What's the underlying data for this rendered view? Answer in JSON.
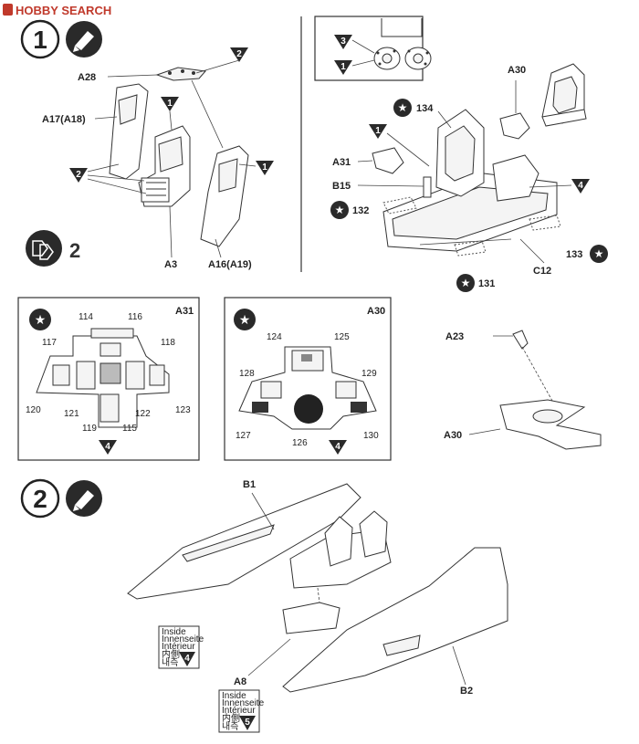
{
  "logo": {
    "text": "HOBBY SEARCH",
    "icon": "hs-logo-icon"
  },
  "step1": {
    "number": "1",
    "icon": "glue-icon",
    "labels": {
      "a28": "A28",
      "a17": "A17(A18)",
      "a3": "A3",
      "a16": "A16(A19)",
      "a30": "A30",
      "a31": "A31",
      "b15": "B15",
      "c12": "C12",
      "n134": "134",
      "n132": "132",
      "n133": "133",
      "n131": "131"
    },
    "tri": {
      "t2a": "2",
      "t1a": "1",
      "t2b": "2",
      "t1b": "1",
      "t3": "3",
      "t1c": "1",
      "t1d": "1",
      "t4": "4"
    },
    "decal_step": "2"
  },
  "panel_a31": {
    "title": "A31",
    "nums": [
      "114",
      "116",
      "117",
      "118",
      "120",
      "121",
      "122",
      "123",
      "119",
      "115"
    ],
    "tri": "4"
  },
  "panel_a30": {
    "title": "A30",
    "nums": [
      "124",
      "125",
      "128",
      "129",
      "127",
      "126",
      "130"
    ],
    "tri": "4"
  },
  "step1_right": {
    "a23": "A23",
    "a30": "A30"
  },
  "step2": {
    "number": "2",
    "icon": "glue-icon",
    "labels": {
      "b1": "B1",
      "a8": "A8",
      "b2": "B2"
    },
    "note1": {
      "lines": [
        "Inside",
        "Innenseite",
        "Intérieur",
        "内側",
        "내측"
      ],
      "tri": "4"
    },
    "note2": {
      "lines": [
        "Inside",
        "Innenseite",
        "Intérieur",
        "内側",
        "내측"
      ],
      "tri": "5"
    }
  }
}
